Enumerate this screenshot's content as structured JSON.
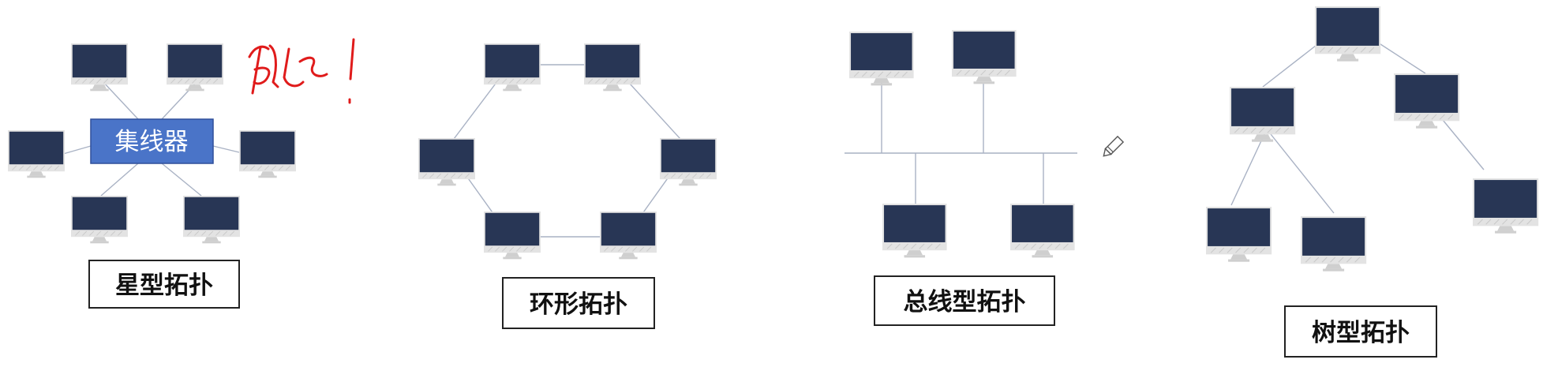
{
  "captions": {
    "star": "星型拓扑",
    "ring": "环形拓扑",
    "bus": "总线型拓扑",
    "tree": "树型拓扑"
  },
  "hub_label": "集线器",
  "colors": {
    "monitor_screen": "#283655",
    "hub": "#4a74c8",
    "annotation": "#e01b1b",
    "link": "#a9b2c4"
  },
  "icons": {
    "computer": "monitor-icon",
    "pen": "pencil-icon"
  }
}
